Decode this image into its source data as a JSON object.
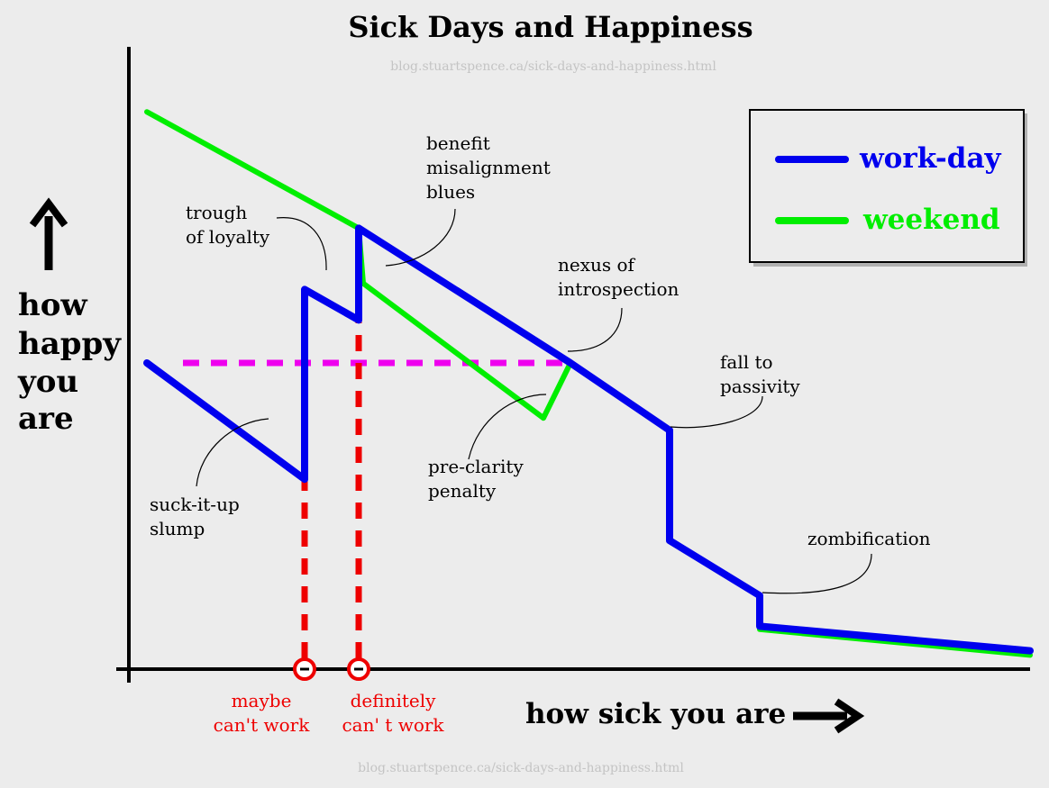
{
  "chart_data": {
    "type": "line",
    "title": "Sick Days and Happiness",
    "watermark": "blog.stuartspence.ca/sick-days-and-happiness.html",
    "xlabel": "how sick you are",
    "ylabel": [
      "how",
      "happy",
      "you",
      "are"
    ],
    "xlim": [
      0,
      100
    ],
    "ylim": [
      0,
      100
    ],
    "grid": false,
    "legend_position": "top-right",
    "series": [
      {
        "name": "work-day",
        "color": "#0000ee",
        "points": [
          [
            2,
            50
          ],
          [
            19.5,
            31
          ],
          [
            19.5,
            62
          ],
          [
            25.5,
            57
          ],
          [
            25.5,
            72
          ],
          [
            49,
            50
          ],
          [
            60,
            39
          ],
          [
            60,
            21
          ],
          [
            70,
            12
          ],
          [
            70,
            7
          ],
          [
            100,
            3
          ]
        ]
      },
      {
        "name": "weekend",
        "color": "#00ee00",
        "points": [
          [
            2,
            91
          ],
          [
            25.5,
            72
          ],
          [
            26,
            63
          ],
          [
            46,
            41
          ],
          [
            49,
            50
          ],
          [
            60,
            39
          ],
          [
            60,
            21
          ],
          [
            70,
            12
          ],
          [
            70,
            6.5
          ],
          [
            100,
            2.3
          ]
        ]
      }
    ],
    "reference_lines": [
      {
        "kind": "horizontal",
        "y": 50,
        "x_from": 6,
        "x_to": 49,
        "color": "#ee00ee"
      },
      {
        "kind": "vertical",
        "x": 19.5,
        "y_from": 0,
        "y_to": 31,
        "color": "#ee0000"
      },
      {
        "kind": "vertical",
        "x": 25.5,
        "y_from": 0,
        "y_to": 57,
        "color": "#ee0000"
      }
    ],
    "x_markers": [
      {
        "x": 19.5,
        "label": [
          "maybe",
          "can't work"
        ],
        "color": "#ee0000"
      },
      {
        "x": 25.5,
        "label": [
          "definitely",
          "can' t work"
        ],
        "color": "#ee0000"
      }
    ],
    "annotations": [
      {
        "id": "trough",
        "text": [
          "trough",
          "of loyalty"
        ],
        "at": [
          22.5,
          61
        ]
      },
      {
        "id": "benefit",
        "text": [
          "benefit",
          "misalignment",
          "blues"
        ],
        "at": [
          30,
          63
        ]
      },
      {
        "id": "nexus",
        "text": [
          "nexus of",
          "introspection"
        ],
        "at": [
          49,
          50
        ]
      },
      {
        "id": "fall",
        "text": [
          "fall to",
          "passivity"
        ],
        "at": [
          60,
          37
        ]
      },
      {
        "id": "zombie",
        "text": [
          "zombification"
        ],
        "at": [
          71,
          12
        ]
      },
      {
        "id": "preclarity",
        "text": [
          "pre-clarity",
          "penalty"
        ],
        "at": [
          47,
          42
        ]
      },
      {
        "id": "suck",
        "text": [
          "suck-it-up",
          "slump"
        ],
        "at": [
          16,
          38
        ]
      }
    ]
  }
}
